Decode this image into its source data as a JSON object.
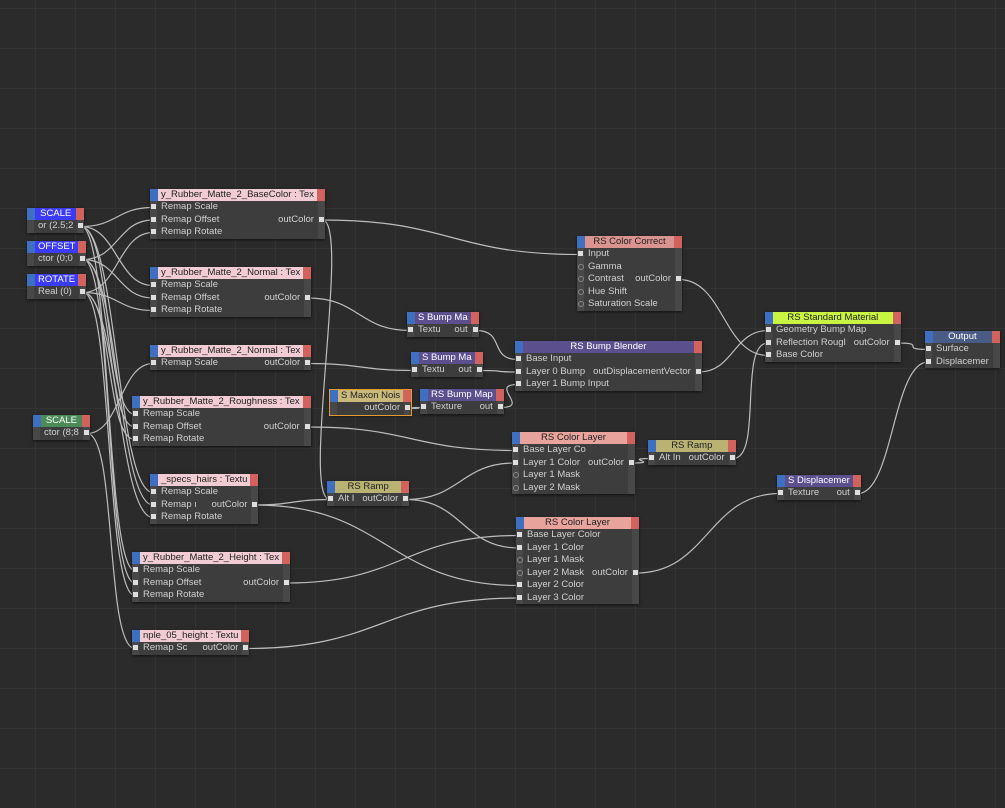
{
  "nodes": [
    {
      "id": "scale1",
      "title": "SCALE",
      "header_color": "#3b3bf5",
      "title_color": "#ffffff",
      "rows": [
        {
          "label": "or (2.5;2",
          "in": false,
          "out": "•"
        }
      ]
    },
    {
      "id": "offset",
      "title": "OFFSET",
      "header_color": "#3b3bf5",
      "title_color": "#ffffff",
      "rows": [
        {
          "label": "ctor (0;0",
          "in": false,
          "out": "•"
        }
      ]
    },
    {
      "id": "rotate",
      "title": "ROTATE",
      "header_color": "#3b3bf5",
      "title_color": "#ffffff",
      "rows": [
        {
          "label": "Real (0)",
          "in": false,
          "out": "•"
        }
      ]
    },
    {
      "id": "scale2",
      "title": "SCALE",
      "header_color": "#4c8a5a",
      "title_color": "#ffffff",
      "rows": [
        {
          "label": "ctor (8;8",
          "in": false,
          "out": "•"
        }
      ]
    },
    {
      "id": "tex_base",
      "title": "y_Rubber_Matte_2_BaseColor : Tex",
      "header_color": "#f1ccd4",
      "rows": [
        {
          "label": "Remap Scale",
          "in": true
        },
        {
          "label": "Remap Offset",
          "in": true,
          "out": "outColor"
        },
        {
          "label": "Remap Rotate",
          "in": true
        }
      ]
    },
    {
      "id": "tex_normal1",
      "title": "y_Rubber_Matte_2_Normal : Tex",
      "header_color": "#f1ccd4",
      "rows": [
        {
          "label": "Remap Scale",
          "in": true
        },
        {
          "label": "Remap Offset",
          "in": true,
          "out": "outColor"
        },
        {
          "label": "Remap Rotate",
          "in": true
        }
      ]
    },
    {
      "id": "tex_normal2",
      "title": "y_Rubber_Matte_2_Normal : Tex",
      "header_color": "#f1ccd4",
      "rows": [
        {
          "label": "Remap Scale",
          "in": true,
          "out": "outColor"
        }
      ]
    },
    {
      "id": "tex_rough",
      "title": "y_Rubber_Matte_2_Roughness : Tex",
      "header_color": "#f1ccd4",
      "rows": [
        {
          "label": "Remap Scale",
          "in": true
        },
        {
          "label": "Remap Offset",
          "in": true,
          "out": "outColor"
        },
        {
          "label": "Remap Rotate",
          "in": true
        }
      ]
    },
    {
      "id": "tex_specs",
      "title": "_specs_hairs : Textu",
      "header_color": "#f1ccd4",
      "rows": [
        {
          "label": "Remap Scale",
          "in": true
        },
        {
          "label": "Remap ı",
          "in": true,
          "out": "outColor"
        },
        {
          "label": "Remap Rotate",
          "in": true
        }
      ]
    },
    {
      "id": "tex_height",
      "title": "y_Rubber_Matte_2_Height : Tex",
      "header_color": "#f1ccd4",
      "rows": [
        {
          "label": "Remap Scale",
          "in": true
        },
        {
          "label": "Remap Offset",
          "in": true,
          "out": "outColor"
        },
        {
          "label": "Remap Rotate",
          "in": true
        }
      ]
    },
    {
      "id": "tex_sample",
      "title": "nple_05_height : Textu",
      "header_color": "#f1ccd4",
      "rows": [
        {
          "label": "Remap Sc",
          "in": true,
          "out": "outColor"
        }
      ]
    },
    {
      "id": "noise",
      "title": "S Maxon Nois",
      "header_color": "#c9b97a",
      "selected": true,
      "rows": [
        {
          "label": "",
          "in": false,
          "out": "outColor"
        }
      ]
    },
    {
      "id": "bump1",
      "title": "S Bump Ma",
      "header_color": "#5b4f8e",
      "title_color": "#ffffff",
      "rows": [
        {
          "label": "Textu",
          "in": true,
          "out": "out"
        }
      ]
    },
    {
      "id": "bump2",
      "title": "S Bump Ma",
      "header_color": "#5b4f8e",
      "title_color": "#ffffff",
      "rows": [
        {
          "label": "Textu",
          "in": true,
          "out": "out"
        }
      ]
    },
    {
      "id": "bump3",
      "title": "RS Bump Map",
      "header_color": "#5b4f8e",
      "title_color": "#ffffff",
      "rows": [
        {
          "label": "Texture",
          "in": true,
          "out": "out"
        }
      ]
    },
    {
      "id": "blender",
      "title": "RS Bump Blender",
      "header_color": "#5b4f8e",
      "title_color": "#ffffff",
      "rows": [
        {
          "label": "Base Input",
          "in": true
        },
        {
          "label": "Layer 0 Bump",
          "in": true,
          "out": "outDisplacementVector"
        },
        {
          "label": "Layer 1 Bump Input",
          "in": true
        }
      ]
    },
    {
      "id": "correct",
      "title": "RS Color Correct",
      "header_color": "#d9948f",
      "rows": [
        {
          "label": "Input",
          "in": true
        },
        {
          "label": "Gamma",
          "in": "empty"
        },
        {
          "label": "Contrast",
          "in": "empty",
          "out": "outColor"
        },
        {
          "label": "Hue Shift",
          "in": "empty"
        },
        {
          "label": "Saturation Scale",
          "in": "empty"
        }
      ]
    },
    {
      "id": "layer1",
      "title": "RS Color Layer",
      "header_color": "#e8a39c",
      "rows": [
        {
          "label": "Base Layer Co",
          "in": true
        },
        {
          "label": "Layer 1 Color",
          "in": true,
          "out": "outColor"
        },
        {
          "label": "Layer 1 Mask",
          "in": "empty"
        },
        {
          "label": "Layer 2 Mask",
          "in": "empty"
        }
      ]
    },
    {
      "id": "ramp1",
      "title": "RS Ramp",
      "header_color": "#b9b273",
      "rows": [
        {
          "label": "Alt In",
          "in": true,
          "out": "outColor"
        }
      ]
    },
    {
      "id": "ramp2",
      "title": "RS Ramp",
      "header_color": "#b9b273",
      "rows": [
        {
          "label": "Alt I",
          "in": true,
          "out": "outColor"
        }
      ]
    },
    {
      "id": "layer2",
      "title": "RS Color Layer",
      "header_color": "#e8a39c",
      "rows": [
        {
          "label": "Base Layer Color",
          "in": true
        },
        {
          "label": "Layer 1 Color",
          "in": true
        },
        {
          "label": "Layer 1 Mask",
          "in": "empty"
        },
        {
          "label": "Layer 2 Mask",
          "in": "empty",
          "out": "outColor"
        },
        {
          "label": "Layer 2 Color",
          "in": true
        },
        {
          "label": "Layer 3 Color",
          "in": true
        }
      ]
    },
    {
      "id": "std",
      "title": "RS Standard Material",
      "header_color": "#c9f542",
      "rows": [
        {
          "label": "Geometry Bump Map",
          "in": true
        },
        {
          "label": "Reflection Rougl",
          "in": true,
          "out": "outColor"
        },
        {
          "label": "Base Color",
          "in": true
        }
      ]
    },
    {
      "id": "output",
      "title": "Output",
      "header_color": "#4a5b85",
      "title_color": "#ffffff",
      "rows": [
        {
          "label": "Surface",
          "in": true
        },
        {
          "label": "Displacemer",
          "in": true
        }
      ]
    },
    {
      "id": "disp",
      "title": "S Displacemer",
      "header_color": "#5b4f8e",
      "title_color": "#ffffff",
      "rows": [
        {
          "label": "Texture",
          "in": true,
          "out": "out"
        }
      ]
    }
  ],
  "connections": [
    [
      "scale1",
      0,
      "tex_base",
      0
    ],
    [
      "scale1",
      0,
      "tex_normal1",
      0
    ],
    [
      "scale1",
      0,
      "tex_rough",
      0
    ],
    [
      "scale1",
      0,
      "tex_specs",
      0
    ],
    [
      "scale1",
      0,
      "tex_height",
      0
    ],
    [
      "offset",
      0,
      "tex_base",
      1
    ],
    [
      "offset",
      0,
      "tex_normal1",
      1
    ],
    [
      "offset",
      0,
      "tex_rough",
      1
    ],
    [
      "offset",
      0,
      "tex_specs",
      1
    ],
    [
      "offset",
      0,
      "tex_height",
      1
    ],
    [
      "rotate",
      0,
      "tex_base",
      2
    ],
    [
      "rotate",
      0,
      "tex_normal1",
      2
    ],
    [
      "rotate",
      0,
      "tex_rough",
      2
    ],
    [
      "rotate",
      0,
      "tex_specs",
      2
    ],
    [
      "rotate",
      0,
      "tex_height",
      2
    ],
    [
      "scale2",
      0,
      "tex_normal2",
      0
    ],
    [
      "scale2",
      0,
      "tex_sample",
      0
    ],
    [
      "tex_base",
      1,
      "correct",
      0
    ],
    [
      "tex_base",
      1,
      "ramp2",
      0
    ],
    [
      "tex_normal1",
      1,
      "bump1",
      0
    ],
    [
      "tex_normal2",
      0,
      "bump2",
      0
    ],
    [
      "tex_rough",
      1,
      "layer1",
      0
    ],
    [
      "noise",
      0,
      "bump3",
      0
    ],
    [
      "bump1",
      0,
      "blender",
      0
    ],
    [
      "bump2",
      0,
      "blender",
      1
    ],
    [
      "bump3",
      0,
      "blender",
      2
    ],
    [
      "tex_specs",
      1,
      "ramp2",
      0
    ],
    [
      "tex_specs",
      1,
      "layer2",
      4
    ],
    [
      "ramp2",
      0,
      "layer1",
      1
    ],
    [
      "ramp2",
      0,
      "layer2",
      1
    ],
    [
      "tex_height",
      1,
      "layer2",
      0
    ],
    [
      "tex_sample",
      0,
      "layer2",
      5
    ],
    [
      "layer1",
      1,
      "ramp1",
      0
    ],
    [
      "ramp1",
      0,
      "std",
      1
    ],
    [
      "correct",
      2,
      "std",
      2
    ],
    [
      "blender",
      1,
      "std",
      0
    ],
    [
      "std",
      1,
      "output",
      0
    ],
    [
      "layer2",
      3,
      "disp",
      0
    ],
    [
      "disp",
      0,
      "output",
      1
    ]
  ]
}
